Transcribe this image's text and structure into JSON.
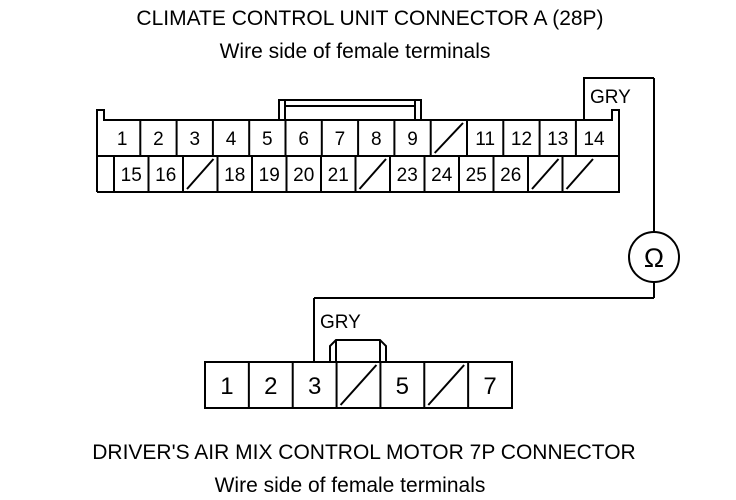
{
  "connector_a": {
    "title": "CLIMATE CONTROL UNIT CONNECTOR A (28P)",
    "subtitle": "Wire side of female terminals",
    "top_row": [
      "1",
      "2",
      "3",
      "4",
      "5",
      "6",
      "7",
      "8",
      "9",
      "",
      "11",
      "12",
      "13",
      "14"
    ],
    "bottom_row": [
      "15",
      "16",
      "",
      "18",
      "19",
      "20",
      "21",
      "",
      "23",
      "24",
      "25",
      "26",
      "",
      ""
    ]
  },
  "connector_b": {
    "title": "DRIVER'S AIR MIX CONTROL MOTOR 7P CONNECTOR",
    "subtitle": "Wire side of female terminals",
    "pins": [
      "1",
      "2",
      "3",
      "",
      "5",
      "",
      "7"
    ]
  },
  "wire": {
    "color_label_a": "GRY",
    "color_label_b": "GRY"
  },
  "meter": {
    "symbol": "Ω",
    "icon": "ohmmeter-icon"
  },
  "colors": {
    "line": "#000000",
    "background": "#ffffff"
  }
}
